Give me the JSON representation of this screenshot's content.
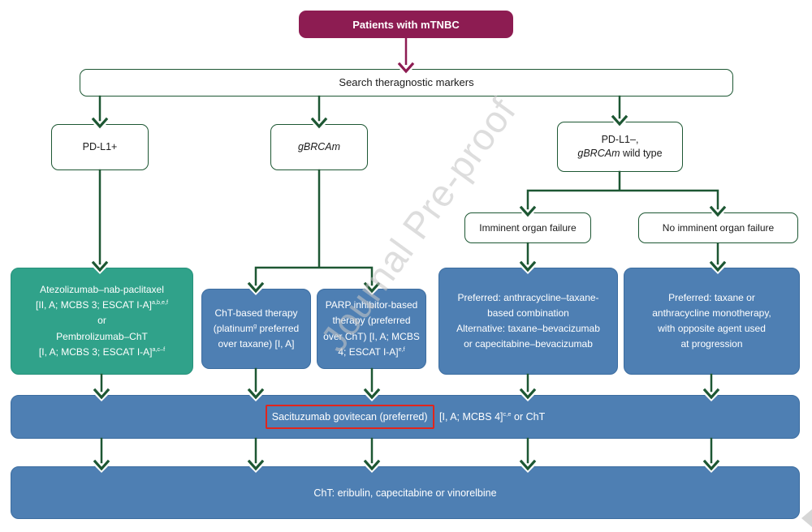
{
  "watermark": "Journal Pre-proof",
  "colors": {
    "magenta": "#8d1c52",
    "green_dark": "#1d5733",
    "blue_box": "#4e7fb3",
    "blue_box_border": "#3c6da0",
    "teal_box": "#30a28a",
    "teal_box_border": "#27917b",
    "highlight_red": "#e2251b"
  },
  "top_box": {
    "label": "Patients with mTNBC"
  },
  "search_box": {
    "label": "Search theragnostic markers"
  },
  "branch_pdl1_pos": {
    "label": "PD-L1+"
  },
  "branch_gbrcam": {
    "label": "gBRCAm"
  },
  "branch_pdl1_neg": {
    "line1": "PD-L1–,",
    "line2_italic": "gBRCAm",
    "line2_rest": " wild type"
  },
  "organ_failure_box": {
    "label": "Imminent organ failure"
  },
  "no_organ_failure_box": {
    "label": "No imminent organ failure"
  },
  "atezo_box": {
    "line1": "Atezolizumab–nab-paclitaxel",
    "line2": "[II, A; MCBS 3; ESCAT I-A]",
    "line2_sup": "a,b,e,f",
    "line3": "or",
    "line4": "Pembrolizumab–ChT",
    "line5": "[I, A; MCBS 3; ESCAT I-A]",
    "line5_sup": "a,c–f"
  },
  "cht_therapy_box": {
    "line1": "ChT-based therapy",
    "line2_seg1": "(platinum",
    "line2_sup": "g",
    "line2_seg2": " preferred",
    "line3": "over taxane) [I, A]"
  },
  "parp_box": {
    "line1": "PARP inhibitor-based",
    "line2": "therapy (preferred",
    "line3": "over ChT) [I, A; MCBS",
    "line4": "4; ESCAT I-A]",
    "line4_sup": "e,f"
  },
  "anthra_box": {
    "lines": [
      "Preferred: anthracycline–taxane-",
      "based combination",
      "Alternative: taxane–bevacizumab",
      "or capecitabine–bevacizumab"
    ]
  },
  "taxane_box": {
    "lines": [
      "Preferred: taxane or",
      "anthracycline monotherapy,",
      "with opposite agent used",
      "at progression"
    ]
  },
  "sacituzumab_bar": {
    "highlighted": "Sacituzumab govitecan (preferred)",
    "seg2": " [I, A; MCBS 4]",
    "sup": "c,e",
    "seg3": " or ChT"
  },
  "cht_bar": {
    "label": "ChT: eribulin, capecitabine or vinorelbine"
  }
}
